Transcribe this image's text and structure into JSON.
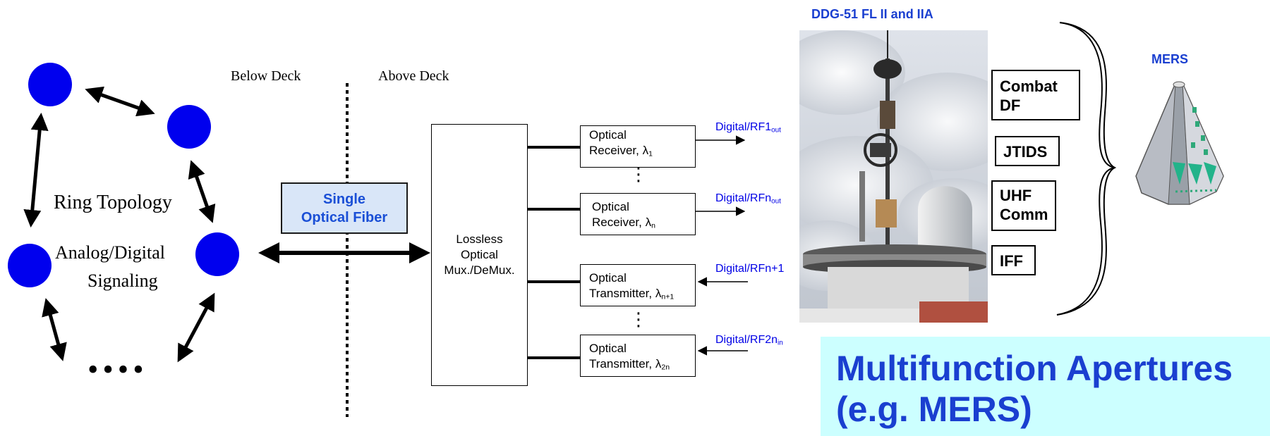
{
  "ring": {
    "label_line1": "Ring Topology",
    "label_line2": "Analog/Digital",
    "label_line3": "Signaling",
    "ellipsis": "••••"
  },
  "deck": {
    "below": "Below Deck",
    "above": "Above Deck"
  },
  "fiber": {
    "line1": "Single",
    "line2": "Optical Fiber"
  },
  "mux": {
    "line1": "Lossless",
    "line2": "Optical",
    "line3": "Mux./DeMux."
  },
  "modules": [
    {
      "line1": "Optical",
      "line2_prefix": "Receiver, λ",
      "line2_sub": "1",
      "signal": "Digital/RF1",
      "signal_sub": "out"
    },
    {
      "line1": "Optical",
      "line2_prefix": "Receiver, λ",
      "line2_sub": "n",
      "signal": "Digital/RFn",
      "signal_sub": "out"
    },
    {
      "line1": "Optical",
      "line2_prefix": "Transmitter, λ",
      "line2_sub": "n+1",
      "signal": "Digital/RFn+1",
      "signal_sub": ""
    },
    {
      "line1": "Optical",
      "line2_prefix": "Transmitter, λ",
      "line2_sub": "2n",
      "signal": "Digital/RF2n",
      "signal_sub": "in"
    }
  ],
  "vdots": "⋮",
  "photo_title": "DDG-51 FL II and IIA",
  "functions": [
    "Combat\nDF",
    "JTIDS",
    "UHF\nComm",
    "IFF"
  ],
  "mers_title": "MERS",
  "banner": {
    "line1": "Multifunction Apertures",
    "line2": "(e.g. MERS)"
  },
  "colors": {
    "node": "#0000ee",
    "signal_text": "#0000e6",
    "fiber_fill": "#d9e6f8",
    "banner_fill": "#ccffff",
    "banner_text": "#1a3fd0"
  }
}
